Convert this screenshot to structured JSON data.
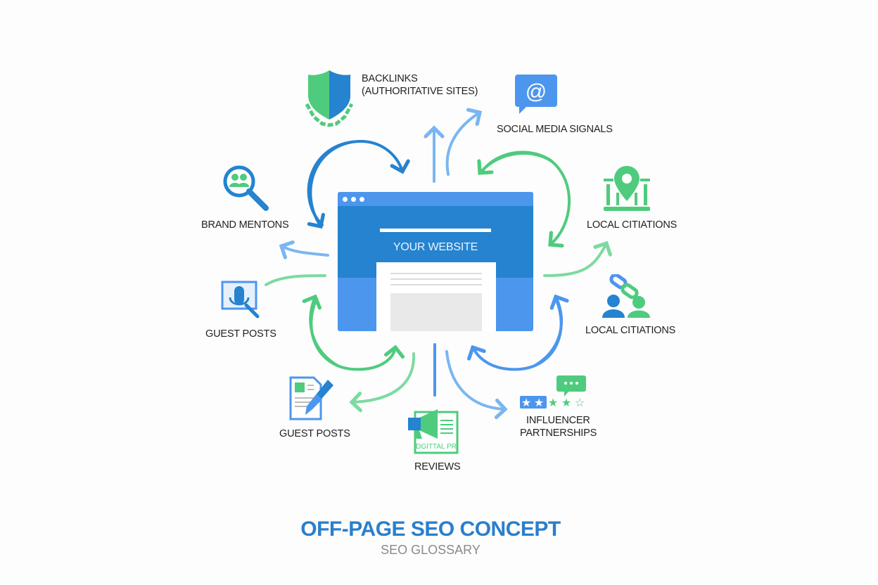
{
  "diagram": {
    "center": {
      "label": "YOUR WEBSITE",
      "window_dots": 3
    },
    "nodes": [
      {
        "id": "backlinks",
        "label_line1": "BACKLINKS",
        "label_line2": "(AUTHORITATIVE SITES)",
        "icon": "shield-chain-icon"
      },
      {
        "id": "social",
        "label": "SOCIAL MEDIA SIGNALS",
        "icon": "at-speech-bubble-icon"
      },
      {
        "id": "brand",
        "label": "BRAND MENTONS",
        "icon": "magnifier-people-icon"
      },
      {
        "id": "local1",
        "label": "LOCAL CITIATIONS",
        "icon": "map-pin-building-icon"
      },
      {
        "id": "guest1",
        "label": "GUEST POSTS",
        "icon": "microphone-search-icon"
      },
      {
        "id": "local2",
        "label": "LOCAL CITIATIONS",
        "icon": "linked-people-icon"
      },
      {
        "id": "guest2",
        "label": "GUEST POSTS",
        "icon": "document-pen-icon"
      },
      {
        "id": "reviews",
        "label": "REVIEWS",
        "icon": "megaphone-icon",
        "icon_text": "DGITTAL PR"
      },
      {
        "id": "influencer",
        "label_line1": "INFLUENCER",
        "label_line2": "PARTNERSHIPS",
        "icon": "star-rating-chat-icon"
      }
    ],
    "colors": {
      "blue_dark": "#2583cf",
      "blue": "#4c96ee",
      "blue_light": "#7ab6f2",
      "green": "#4fcb7e",
      "green_light": "#7edaa0",
      "text": "#222222",
      "title": "#2a7fcb",
      "subtitle": "#8a8a8a"
    }
  },
  "footer": {
    "title": "OFF-PAGE SEO CONCEPT",
    "subtitle": "SEO GLOSSARY"
  }
}
